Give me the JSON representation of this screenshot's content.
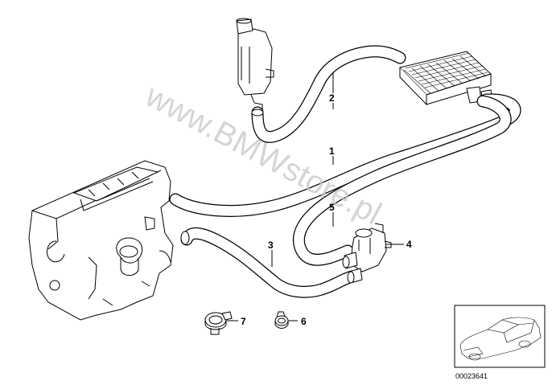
{
  "diagram": {
    "callouts": [
      {
        "id": "1",
        "label": "1"
      },
      {
        "id": "2",
        "label": "2"
      },
      {
        "id": "3",
        "label": "3"
      },
      {
        "id": "4",
        "label": "4"
      },
      {
        "id": "5",
        "label": "5"
      },
      {
        "id": "6",
        "label": "6"
      },
      {
        "id": "7",
        "label": "7"
      }
    ],
    "watermark": "www.BMWstore.pl",
    "document_number": "00023641"
  }
}
